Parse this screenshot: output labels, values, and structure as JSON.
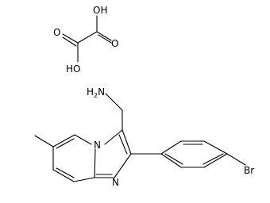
{
  "oxalic_acid": {
    "labels": {
      "oh_top": "OH",
      "o_right": "O",
      "o_left": "O",
      "ho_left": "HO"
    }
  },
  "amine": {
    "label_main": "H",
    "label_sub": "2",
    "label_tail": "N"
  },
  "core": {
    "labels": {
      "n_bridge": "N",
      "n_ring": "N",
      "br": "Br"
    }
  }
}
